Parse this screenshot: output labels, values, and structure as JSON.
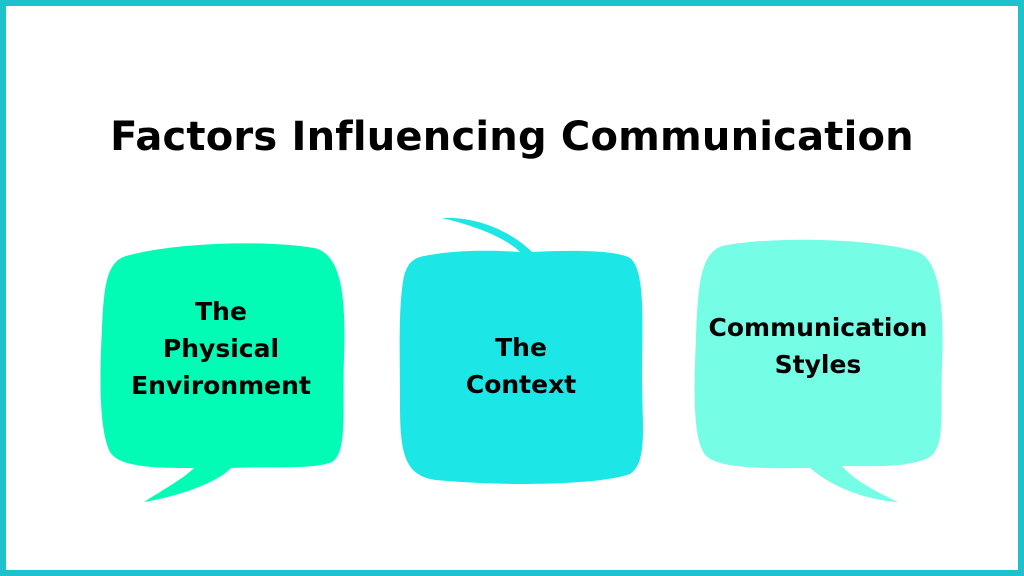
{
  "slide": {
    "title": "Factors Influencing Communication",
    "border_color": "#1ec2cc"
  },
  "bubbles": [
    {
      "lines": [
        "The",
        "Physical",
        "Environment"
      ],
      "color": "#03fcb5",
      "tail": "bottom-left"
    },
    {
      "lines": [
        "The",
        "Context"
      ],
      "color": "#1de6e6",
      "tail": "top-left"
    },
    {
      "lines": [
        "Communication",
        "Styles"
      ],
      "color": "#76fde5",
      "tail": "bottom-right"
    }
  ]
}
